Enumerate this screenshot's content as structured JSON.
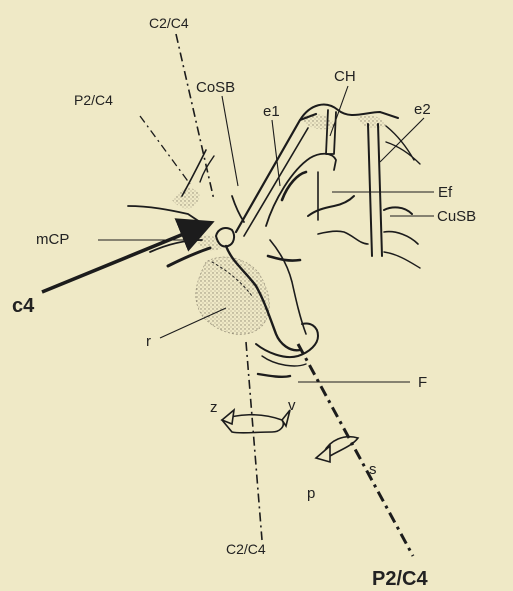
{
  "labels": {
    "c2c4_top": "C2/C4",
    "p2c4_top": "P2/C4",
    "cosb": "CoSB",
    "ch": "CH",
    "e1": "e1",
    "e2": "e2",
    "ef": "Ef",
    "cusb": "CuSB",
    "mcp": "mCP",
    "c4": "c4",
    "r": "r",
    "f": "F",
    "z": "z",
    "v": "v",
    "p": "p",
    "s": "s",
    "c2c4_bottom": "C2/C4",
    "p2c4_bottom": "P2/C4"
  },
  "colors": {
    "background": "#efe9c6",
    "ink": "#1c1c1c",
    "stipple": "#9a9480"
  }
}
